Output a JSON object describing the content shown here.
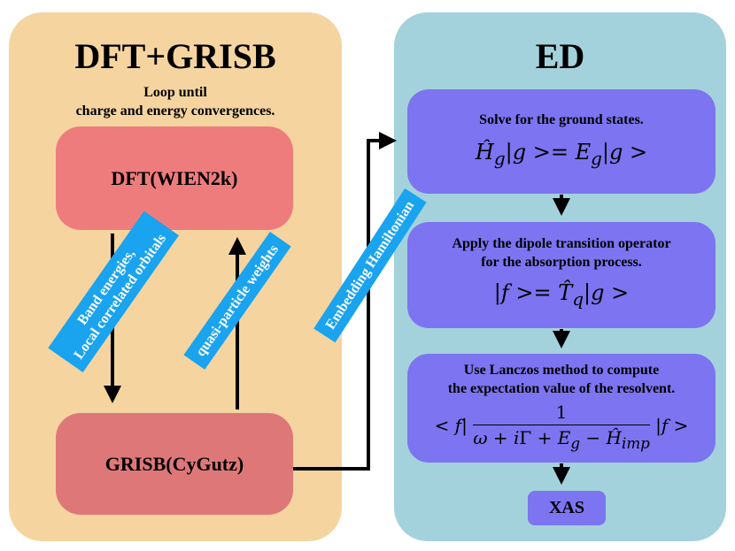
{
  "left_panel": {
    "title": "DFT+GRISB",
    "subtitle_line1": "Loop until",
    "subtitle_line2": "charge and energy convergences.",
    "dft_box": "DFT(WIEN2k)",
    "grisb_box": "GRISB(CyGutz)",
    "down_label_line1": "Band energies,",
    "down_label_line2": "Local correlated orbitals",
    "up_label": "quasi-particle weights"
  },
  "connector_label": "Embedding Hamiltonian",
  "right_panel": {
    "title": "ED",
    "step1_text": "Solve for the ground states.",
    "step2_line1": "Apply the dipole transition operator",
    "step2_line2": "for the absorption process.",
    "step3_line1": "Use Lanczos method to compute",
    "step3_line2": "the expectation value of the resolvent.",
    "output": "XAS"
  },
  "colors": {
    "left_panel": "#f5d4a0",
    "right_panel": "#a3d2dc",
    "dft_box": "#ef7c7c",
    "grisb_box": "#de7878",
    "ed_steps": "#7c74f0",
    "tags": "#1aa3ee"
  }
}
